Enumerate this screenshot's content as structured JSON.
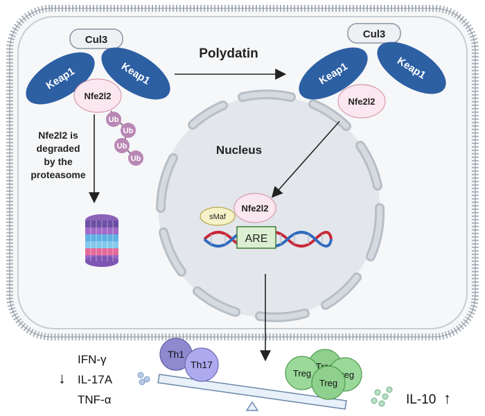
{
  "labels": {
    "cul3": "Cul3",
    "keap1": "Keap1",
    "nfe2l2": "Nfe2l2",
    "ub": "Ub",
    "polydatin": "Polydatin",
    "degraded_line1": "Nfe2l2 is",
    "degraded_line2": "degraded",
    "degraded_line3": "by the",
    "degraded_line4": "proteasome",
    "nucleus": "Nucleus",
    "smaf": "sMaf",
    "are": "ARE",
    "th1": "Th1",
    "th17": "Th17",
    "treg": "Treg",
    "ifn": "IFN-γ",
    "il17a": "IL-17A",
    "tnf": "TNF-α",
    "il10": "IL-10"
  },
  "arrows": {
    "down": "↓",
    "up": "↑"
  },
  "colors": {
    "keap1": "#2d5fa3",
    "nfe2l2": "#fbe7ef",
    "ub": "#b987b5",
    "cell_membrane": "#aab2bb",
    "nucleus_fill": "#e3e6ea",
    "dna_red": "#c8283a",
    "dna_blue": "#2f6bbf",
    "are_box": "#dcefd3",
    "th_cell": "#9d9ad8",
    "treg_cell": "#8fd08f"
  }
}
